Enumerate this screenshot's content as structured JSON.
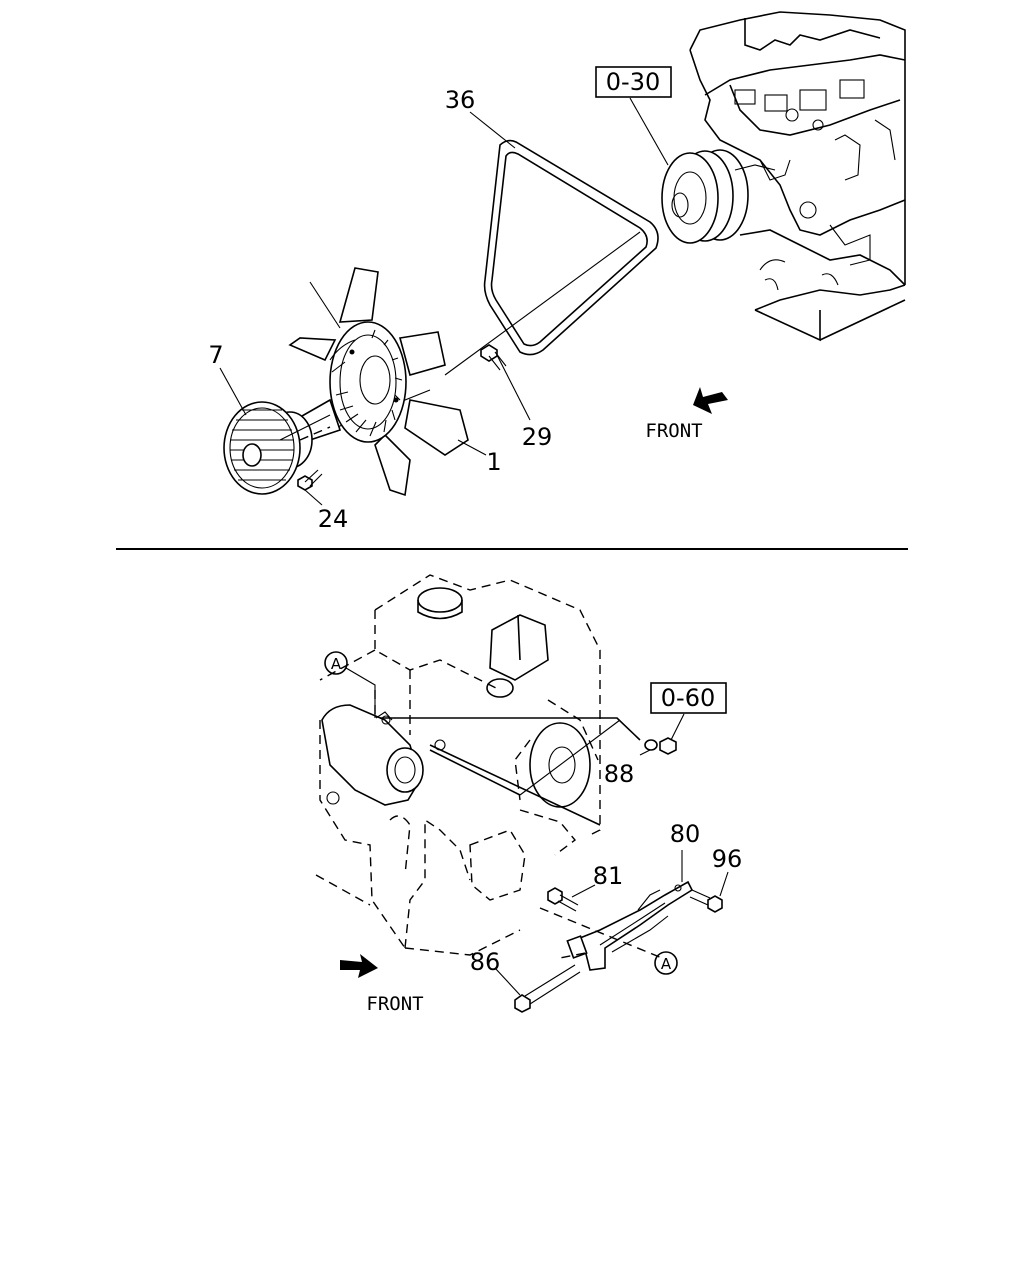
{
  "diagram": {
    "top": {
      "labels": {
        "belt": "36",
        "ref_box": "0-30",
        "fan_clutch": "7",
        "fan": "1",
        "bolt_29": "29",
        "bolt_24": "24",
        "front": "FRONT"
      }
    },
    "bottom": {
      "labels": {
        "ref_box": "0-60",
        "circle_a_top": "A",
        "circle_a_bottom": "A",
        "nut_88": "88",
        "bracket_80": "80",
        "bolt_96": "96",
        "bolt_81": "81",
        "bolt_86": "86",
        "front": "FRONT"
      }
    }
  }
}
